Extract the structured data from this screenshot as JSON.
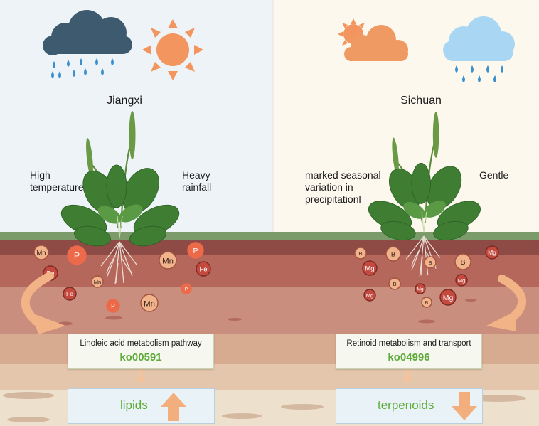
{
  "regions": {
    "left": {
      "name": "Jiangxi",
      "climate_left": "High temperature",
      "climate_right": "Heavy rainfall",
      "pathway_name": "Linoleic acid metabolism pathway",
      "pathway_code": "ko00591",
      "result": "lipids",
      "trend": "up",
      "nutrients": [
        {
          "symbol": "Mn",
          "style": "light"
        },
        {
          "symbol": "P",
          "style": "red"
        },
        {
          "symbol": "Mn",
          "style": "light"
        },
        {
          "symbol": "P",
          "style": "red"
        },
        {
          "symbol": "Fe",
          "style": "dark"
        },
        {
          "symbol": "Fe",
          "style": "dark"
        },
        {
          "symbol": "Mn",
          "style": "light"
        },
        {
          "symbol": "Fe",
          "style": "dark"
        },
        {
          "symbol": "P",
          "style": "red"
        },
        {
          "symbol": "Mn",
          "style": "light"
        },
        {
          "symbol": "P",
          "style": "red"
        }
      ]
    },
    "right": {
      "name": "Sichuan",
      "climate_left": "marked seasonal variation in precipitationl",
      "climate_right": "Gentle",
      "pathway_name": "Retinoid metabolism and transport",
      "pathway_code": "ko04996",
      "result": "terpenoids",
      "trend": "down",
      "nutrients": [
        {
          "symbol": "B",
          "style": "light"
        },
        {
          "symbol": "B",
          "style": "light"
        },
        {
          "symbol": "Mg",
          "style": "dark"
        },
        {
          "symbol": "Mg",
          "style": "dark"
        },
        {
          "symbol": "B",
          "style": "light"
        },
        {
          "symbol": "B",
          "style": "light"
        },
        {
          "symbol": "Mg",
          "style": "dark"
        },
        {
          "symbol": "Mg",
          "style": "dark"
        },
        {
          "symbol": "B",
          "style": "light"
        },
        {
          "symbol": "Mg",
          "style": "dark"
        },
        {
          "symbol": "Mg",
          "style": "dark"
        },
        {
          "symbol": "B",
          "style": "light"
        }
      ]
    }
  },
  "colors": {
    "sky_left": "#eef3f8",
    "sky_right": "#fcf8ee",
    "grass": "#7c9b6a",
    "soil_top": "#b9625a",
    "soil_mid": "#c98f7f",
    "soil_low": "#d9b093",
    "soil_bottom": "#eadbc6",
    "pathway_code": "#5eab3a",
    "arrow": "#f2a878"
  },
  "icons": [
    "rain-cloud-icon",
    "sun-icon",
    "sun-behind-cloud-icon",
    "light-rain-cloud-icon",
    "plantain-plant-icon",
    "curved-arrow-icon",
    "up-arrow-icon",
    "down-arrow-icon"
  ]
}
